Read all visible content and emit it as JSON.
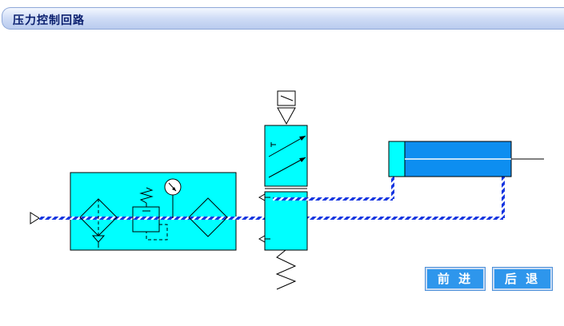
{
  "window": {
    "title": "压力控制回路"
  },
  "controls": {
    "forward_label": "前 进",
    "back_label": "后 退"
  },
  "colors": {
    "component_fill": "#00ffff",
    "cylinder_fill": "#0d8ef0",
    "pipe_primary": "#1535e0",
    "pipe_secondary": "#ffffff",
    "title_text": "#0a1f6e",
    "button_fill": "#2e96ec"
  },
  "icons": {
    "source": "air-source-triangle-icon",
    "filter": "filter-icon",
    "regulator": "pressure-regulator-icon",
    "gauge": "pressure-gauge-icon",
    "lubricator": "lubricator-icon",
    "solenoid": "solenoid-icon",
    "spring": "spring-return-icon",
    "cylinder": "double-acting-cylinder-icon"
  }
}
